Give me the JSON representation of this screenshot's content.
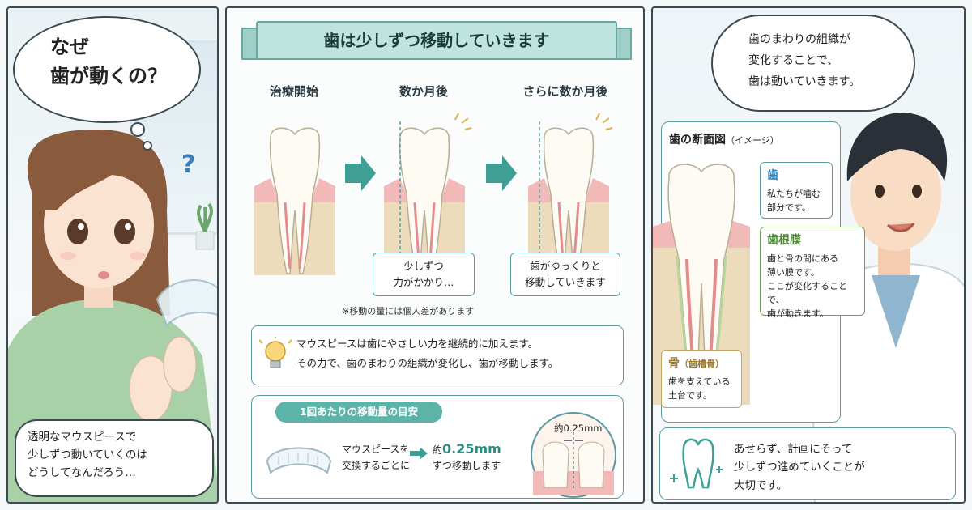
{
  "left": {
    "thought_line1": "なぜ",
    "thought_line2": "歯が動くの？",
    "question_mark": "?",
    "speech_line1": "透明なマウスピースで",
    "speech_line2": "少しずつ動いていくのは",
    "speech_line3": "どうしてなんだろう…"
  },
  "middle": {
    "title": "歯は少しずつ移動していきます",
    "stages": [
      {
        "label": "治療開始"
      },
      {
        "label": "数か月後",
        "note_line1": "少しずつ",
        "note_line2": "力がかかり…"
      },
      {
        "label": "さらに数か月後",
        "note_line1": "歯がゆっくりと",
        "note_line2": "移動していきます"
      }
    ],
    "footnote": "※移動の量には個人差があります",
    "info_line1": "マウスピースは歯にやさしい力を継続的に加えます。",
    "info_line2": "その力で、歯のまわりの組織が変化し、歯が移動します。",
    "metric_title": "1回あたりの移動量の目安",
    "metric_desc_line1": "マウスピースを",
    "metric_desc_line2": "交換するごとに",
    "metric_value_prefix": "約",
    "metric_value": "0.25mm",
    "metric_value_suffix": "ずつ移動します",
    "gap_label": "約0.25mm"
  },
  "right": {
    "speech_line1": "歯のまわりの組織が",
    "speech_line2": "変化することで、",
    "speech_line3": "歯は動いていきます。",
    "diagram_title": "歯の断面図",
    "diagram_title_suffix": "（イメージ）",
    "tooth_head": "歯",
    "tooth_line1": "私たちが噛む",
    "tooth_line2": "部分です。",
    "pdl_head": "歯根膜",
    "pdl_line1": "歯と骨の間にある",
    "pdl_line2": "薄い膜です。",
    "pdl_line3": "ここが変化することで、",
    "pdl_line4": "歯が動きます。",
    "bone_head": "骨",
    "bone_head_suffix": "（歯槽骨）",
    "bone_line1": "歯を支えている",
    "bone_line2": "土台です。",
    "closing_line1": "あせらず、計画にそって",
    "closing_line2": "少しずつ進めていくことが",
    "closing_line3": "大切です。"
  },
  "colors": {
    "accent": "#5cb3a8",
    "arrow": "#3f9e95",
    "tooth_head": "#2f7fb6",
    "pdl_head": "#4e8a3a",
    "bone_head": "#a07a2a",
    "gum": "#f2b9b9",
    "bone": "#ecdcbc"
  }
}
